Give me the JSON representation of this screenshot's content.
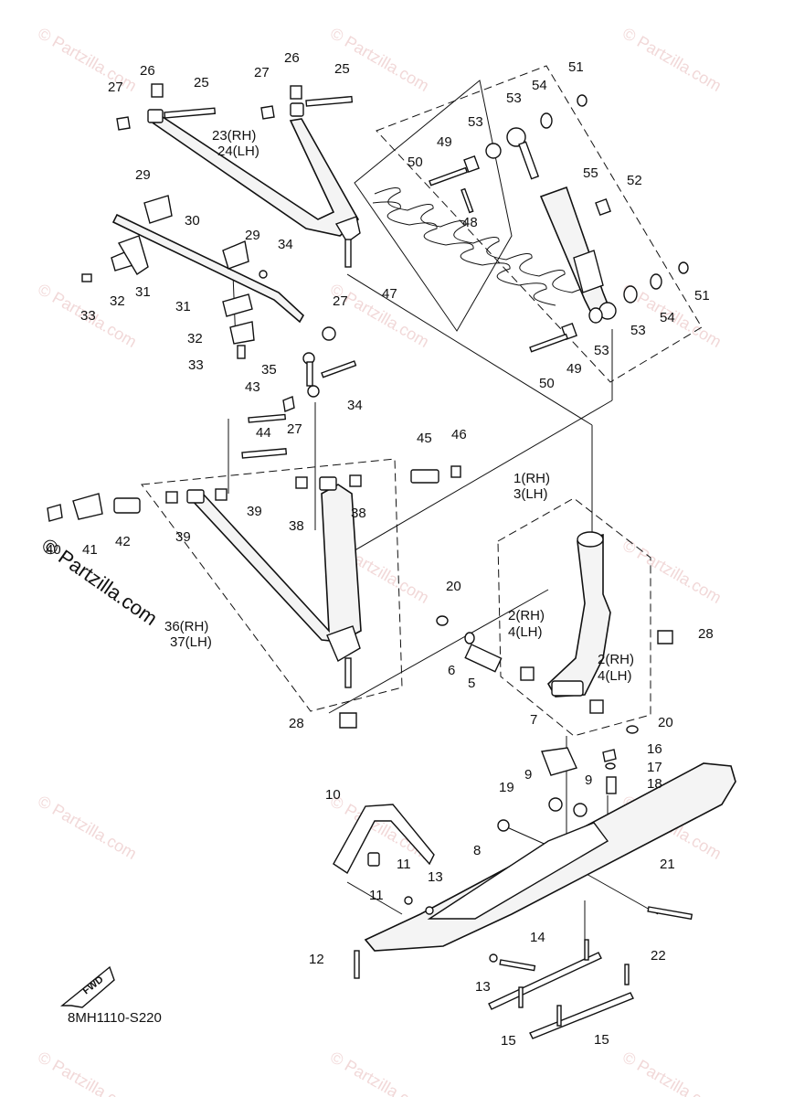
{
  "diagram": {
    "code": "8MH1110-S220",
    "fwd_label": "FWD",
    "watermark": "© Partzilla.com",
    "callouts": {
      "p1": "1(RH)",
      "p3": "3(LH)",
      "p2a": "2(RH)",
      "p4a": "4(LH)",
      "p2b": "2(RH)",
      "p4b": "4(LH)",
      "p5": "5",
      "p6": "6",
      "p7": "7",
      "p8": "8",
      "p9a": "9",
      "p9b": "9",
      "p10": "10",
      "p11a": "11",
      "p11b": "11",
      "p12": "12",
      "p13a": "13",
      "p13b": "13",
      "p14": "14",
      "p15a": "15",
      "p15b": "15",
      "p16": "16",
      "p17": "17",
      "p18": "18",
      "p19": "19",
      "p20a": "20",
      "p20b": "20",
      "p21": "21",
      "p22": "22",
      "p23": "23(RH)",
      "p24": "24(LH)",
      "p25a": "25",
      "p25b": "25",
      "p26a": "26",
      "p26b": "26",
      "p27a": "27",
      "p27b": "27",
      "p27c": "27",
      "p27d": "27",
      "p28a": "28",
      "p28b": "28",
      "p29a": "29",
      "p29b": "29",
      "p30": "30",
      "p31a": "31",
      "p31b": "31",
      "p32a": "32",
      "p32b": "32",
      "p33a": "33",
      "p33b": "33",
      "p34a": "34",
      "p34b": "34",
      "p35": "35",
      "p36": "36(RH)",
      "p37": "37(LH)",
      "p38a": "38",
      "p38b": "38",
      "p39a": "39",
      "p39b": "39",
      "p40": "40",
      "p41": "41",
      "p42": "42",
      "p43": "43",
      "p44": "44",
      "p45": "45",
      "p46": "46",
      "p47": "47",
      "p48": "48",
      "p49a": "49",
      "p49b": "49",
      "p50a": "50",
      "p50b": "50",
      "p51a": "51",
      "p51b": "51",
      "p52": "52",
      "p53a": "53",
      "p53b": "53",
      "p53c": "53",
      "p53d": "53",
      "p54a": "54",
      "p54b": "54",
      "p55": "55"
    }
  }
}
